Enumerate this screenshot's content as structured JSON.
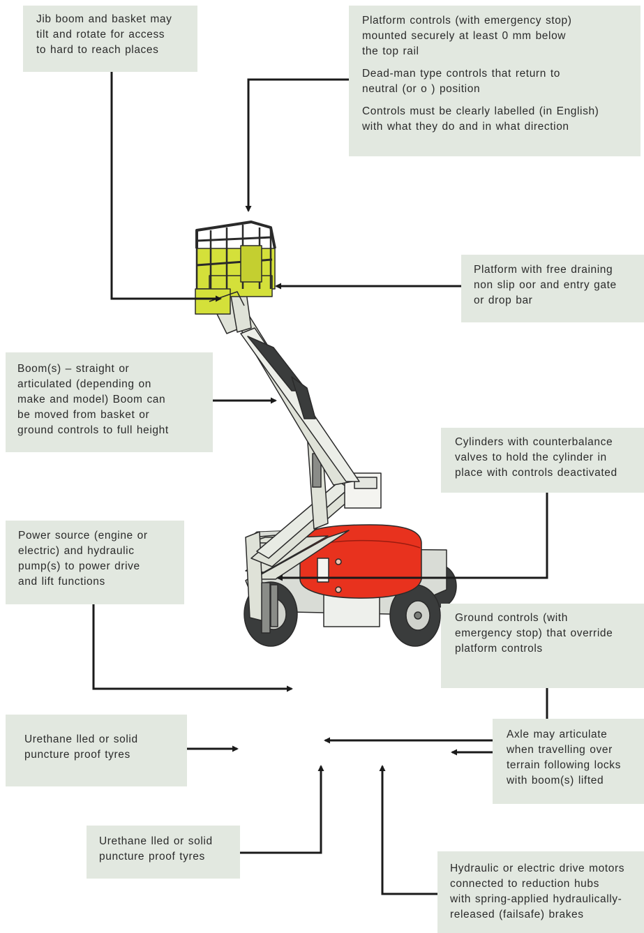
{
  "callouts": {
    "jib_boom": {
      "lines": [
        "Jib boom and basket may",
        "tilt and rotate for access",
        "to hard to reach places"
      ]
    },
    "platform_controls": {
      "paragraphs": [
        [
          "Platform controls (with emergency stop)",
          "mounted securely at least   0 mm below",
          "the top rail"
        ],
        [
          "Dead-man type controls that return to",
          "neutral (or o   ) position"
        ],
        [
          "Controls must be clearly labelled (in English)",
          "with what they do and in what direction"
        ]
      ]
    },
    "platform_floor": {
      "lines": [
        "Platform with free draining",
        "non slip   oor and entry gate",
        "or drop bar"
      ]
    },
    "booms": {
      "lines": [
        "Boom(s) – straight or",
        "articulated (depending on",
        "make and model)  Boom can",
        "be moved from basket or",
        "ground controls  to full height"
      ]
    },
    "cylinders": {
      "lines": [
        "Cylinders with counterbalance",
        "valves to hold the cylinder in",
        "place with controls deactivated"
      ]
    },
    "power_source": {
      "lines": [
        "Power source (engine or",
        "electric) and hydraulic",
        "pump(s) to power drive",
        "and lift functions"
      ]
    },
    "ground_controls": {
      "lines": [
        "Ground controls (with",
        "emergency stop) that override",
        "platform controls"
      ]
    },
    "tyres_left": {
      "lines": [
        "Urethane   lled or solid",
        "puncture proof tyres"
      ]
    },
    "axle": {
      "lines": [
        "Axle may articulate",
        "when travelling over",
        "terrain following  locks",
        "with boom(s) lifted"
      ]
    },
    "tyres_bottom": {
      "lines": [
        "Urethane   lled or solid",
        "puncture proof tyres"
      ]
    },
    "drive_motors": {
      "lines": [
        "Hydraulic or electric drive motors",
        "connected to reduction hubs",
        "with spring-applied hydraulically-",
        "released (failsafe) brakes"
      ]
    }
  },
  "colors": {
    "callout_bg": "#e2e8e0",
    "text": "#2a2a2a",
    "arrow": "#1a1a1a",
    "basket": "#d4e03a",
    "turntable": "#e8321e",
    "boom": "#dfe2d8",
    "chassis": "#d9dcd6",
    "tyre": "#3a3c3c"
  },
  "icons": [
    "boom-lift-illustration"
  ]
}
